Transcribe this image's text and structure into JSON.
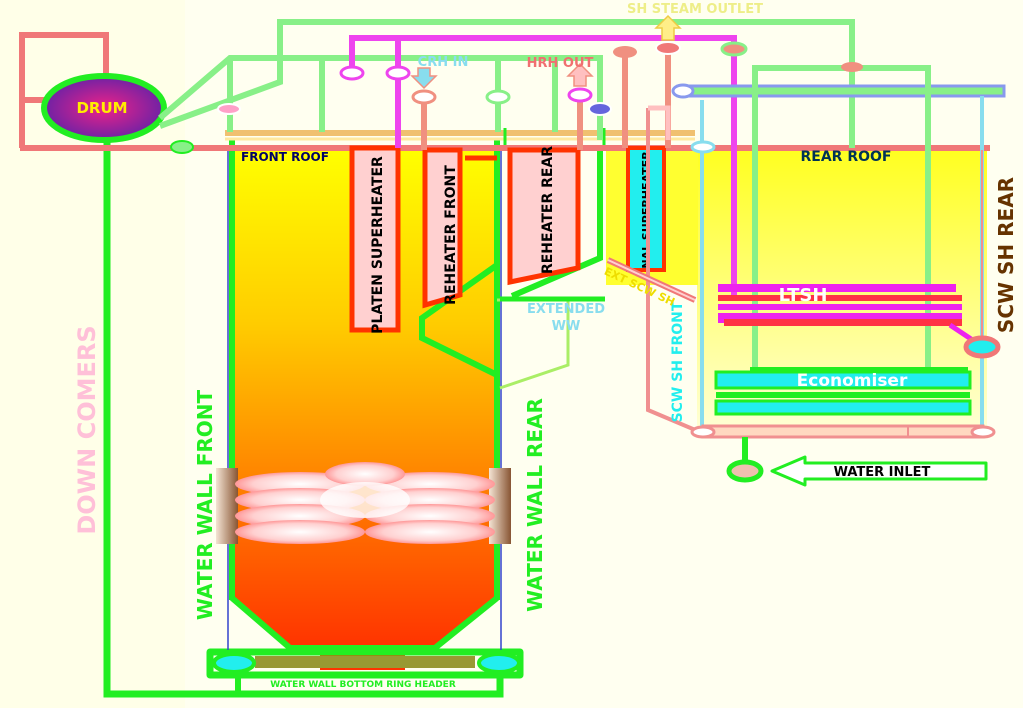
{
  "labels": {
    "drum": "DRUM",
    "sh_steam_outlet": "SH STEAM OUTLET",
    "crh_in": "CRH IN",
    "hrh_out": "HRH OUT",
    "front_roof": "FRONT ROOF",
    "rear_roof": "REAR ROOF",
    "platen_superheater": "PLATEN SUPERHEATER",
    "reheater_front": "REHEATER FRONT",
    "reheater_rear": "REHEATER REAR",
    "final_superheater": "NAL SUPERHEATER",
    "ext_scw_sh": "EXT SCW SH",
    "extended_ww_line1": "EXTENDED",
    "extended_ww_line2": "WW",
    "scw_sh_front": "SCW SH FRONT",
    "scw_sh_rear": "SCW SH REAR",
    "ltsh": "LTSH",
    "economiser": "Economiser",
    "water_inlet": "WATER INLET",
    "down_comers": "DOWN COMERS",
    "water_wall_front": "WATER WALL FRONT",
    "water_wall_rear": "WATER WALL  REAR",
    "bottom_ring_header": "WATER WALL BOTTOM RING HEADER"
  },
  "colors": {
    "background": "#fffff0",
    "water_wall": "#22ee22",
    "light_pipe": "#88f088",
    "salmon": "#f07878",
    "reheater_salmon": "#f09080",
    "magenta": "#ee44ee",
    "cyan": "#22eeee",
    "light_cyan": "#88ddee",
    "red_border": "#ff3300",
    "drum_fill": "#6622aa",
    "drum_text": "#ffee00",
    "down_comers_text": "#ffc0d8",
    "scw_sh_rear_text": "#663300",
    "ext_scw_text": "#eedd00",
    "flame": "#ff6666"
  }
}
